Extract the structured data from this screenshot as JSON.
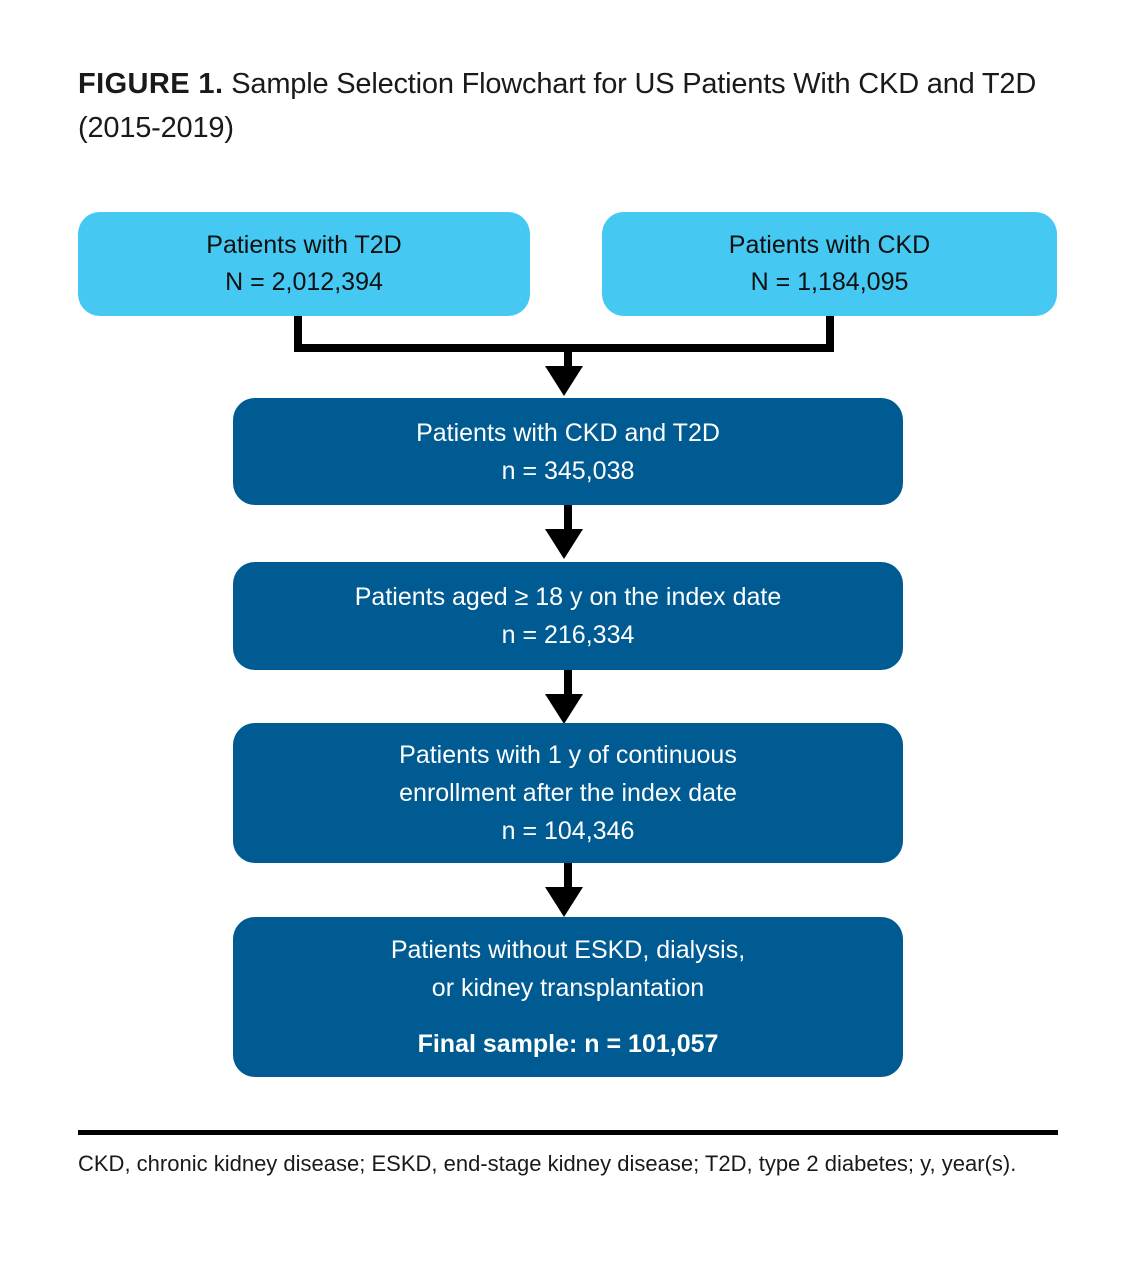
{
  "figure": {
    "label": "FIGURE 1.",
    "caption": "Sample Selection Flowchart for US Patients With CKD and T2D (2015-2019)"
  },
  "colors": {
    "source_box": "#45C8F1",
    "step_box": "#005B92",
    "source_text": "#101010",
    "step_text": "#FFFFFF",
    "connector": "#000000",
    "rule": "#000000",
    "background": "#FFFFFF"
  },
  "flowchart": {
    "type": "flowchart",
    "orientation": "top-to-bottom",
    "sources": [
      {
        "id": "t2d",
        "title": "Patients with T2D",
        "count_text": "N = 2,012,394",
        "count_value": 2012394,
        "count_symbol": "N"
      },
      {
        "id": "ckd",
        "title": "Patients with CKD",
        "count_text": "N = 1,184,095",
        "count_value": 1184095,
        "count_symbol": "N"
      }
    ],
    "steps": [
      {
        "id": "both",
        "lines": [
          "Patients with CKD and T2D"
        ],
        "count_text": "n = 345,038",
        "count_value": 345038,
        "count_symbol": "n"
      },
      {
        "id": "age",
        "lines": [
          "Patients aged ≥ 18 y on the index date"
        ],
        "count_text": "n = 216,334",
        "count_value": 216334,
        "count_symbol": "n"
      },
      {
        "id": "enroll",
        "lines": [
          "Patients with 1 y of continuous",
          "enrollment after the index date"
        ],
        "count_text": "n = 104,346",
        "count_value": 104346,
        "count_symbol": "n"
      },
      {
        "id": "final",
        "lines": [
          "Patients without ESKD, dialysis,",
          "or kidney transplantation"
        ],
        "final_text": "Final sample: n = 101,057",
        "count_value": 101057,
        "count_symbol": "n"
      }
    ]
  },
  "footnote": {
    "text": "CKD, chronic kidney disease; ESKD, end-stage kidney disease; T2D, type 2 diabetes; y, year(s)."
  }
}
